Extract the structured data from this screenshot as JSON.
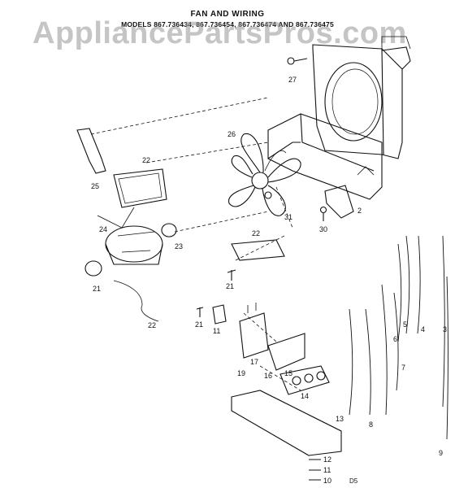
{
  "header": {
    "title": "FAN AND WIRING",
    "models": "MODELS 867.736434, 867.736454, 867.736474 AND 867.736475"
  },
  "watermark": "AppliancePartsPros.com",
  "page_code": "D5",
  "callouts": [
    "27",
    "26",
    "22",
    "25",
    "24",
    "23",
    "21",
    "31",
    "30",
    "2",
    "22",
    "21",
    "22",
    "21",
    "11",
    "19",
    "17",
    "16",
    "15",
    "14",
    "13",
    "12",
    "11",
    "10",
    "3",
    "4",
    "5",
    "6",
    "7",
    "8",
    "9"
  ]
}
